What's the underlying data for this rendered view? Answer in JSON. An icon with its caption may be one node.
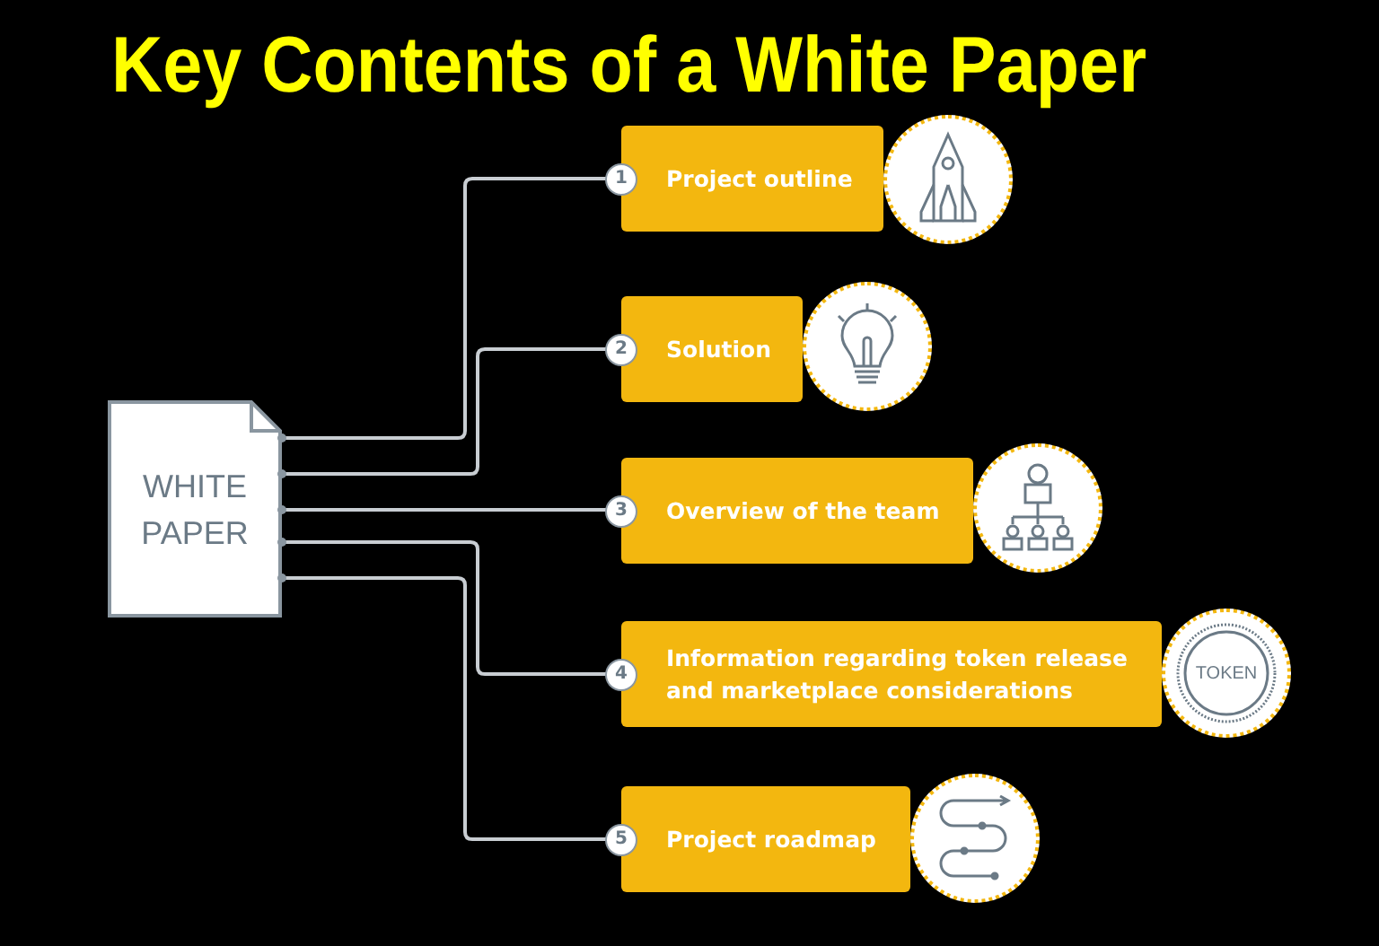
{
  "diagram": {
    "title": "Key Contents of a White Paper",
    "nodes": [
      {
        "text": [
          "WHITE PAPER"
        ]
      },
      {
        "text": [
          "1",
          "Project outline"
        ]
      },
      {
        "text": [
          "2",
          "Solution"
        ]
      },
      {
        "text": [
          "3",
          "Overview of the team"
        ]
      },
      {
        "text": [
          "4",
          "Information regarding token release and marketplace considerations"
        ]
      },
      {
        "text": [
          "5",
          "Project roadmap"
        ]
      }
    ],
    "edges": [
      {
        "from": 0,
        "to": 1,
        "arrow": "other"
      },
      {
        "from": 0,
        "to": 2,
        "arrow": "other"
      },
      {
        "from": 0,
        "to": 3,
        "arrow": "other"
      },
      {
        "from": 0,
        "to": 4,
        "arrow": "other"
      },
      {
        "from": 0,
        "to": 5,
        "arrow": "other"
      }
    ],
    "labels": [
      "TOKEN"
    ]
  }
}
